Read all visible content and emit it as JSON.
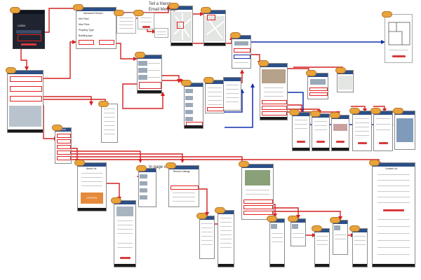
{
  "notes": {
    "tell_friend": "Tell a friend",
    "email_message": "Email Message",
    "in_page_video": "In page video"
  },
  "labels": {
    "search_title": "Advanced Search",
    "search_rows": [
      "Min Price",
      "Max Price",
      "Property Type",
      "Building type"
    ],
    "main_menu": "Menu",
    "recent_listings": "Recent Listings",
    "about_us": "About Us",
    "contact_us": "Contact Us",
    "offices_banner": "OFFICES"
  },
  "colors": {
    "header_blue": "#2c4f86",
    "highlight_red": "#e02222",
    "flow_red": "#d42020",
    "flow_blue": "#1030a8",
    "badge_orange": "#e8a33a"
  }
}
